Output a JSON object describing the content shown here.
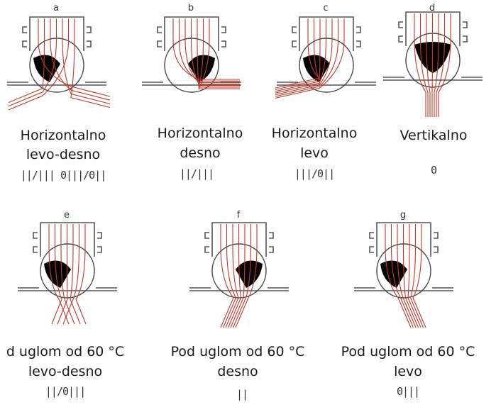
{
  "panels": [
    {
      "letter": "a",
      "caption_lines": [
        "Horizontalno",
        "levo-desno"
      ],
      "codes": "||/|||   0|||/0||"
    },
    {
      "letter": "b",
      "caption_lines": [
        "Horizontalno",
        "desno"
      ],
      "codes": "||/|||"
    },
    {
      "letter": "c",
      "caption_lines": [
        "Horizontalno",
        "levo"
      ],
      "codes": "|||/0||"
    },
    {
      "letter": "d",
      "caption_lines": [
        "Vertikalno"
      ],
      "codes": "0"
    },
    {
      "letter": "e",
      "caption_lines": [
        "d uglom od 60 °C",
        "levo-desno"
      ],
      "codes": "||/0|||"
    },
    {
      "letter": "f",
      "caption_lines": [
        "Pod uglom od 60 °C",
        "desno"
      ],
      "codes": "||"
    },
    {
      "letter": "g",
      "caption_lines": [
        "Pod uglom od 60 °C",
        "levo"
      ],
      "codes": "0|||"
    }
  ],
  "colors": {
    "strand": "#c0392b",
    "wedge": "#050505",
    "profile": "#555555"
  }
}
